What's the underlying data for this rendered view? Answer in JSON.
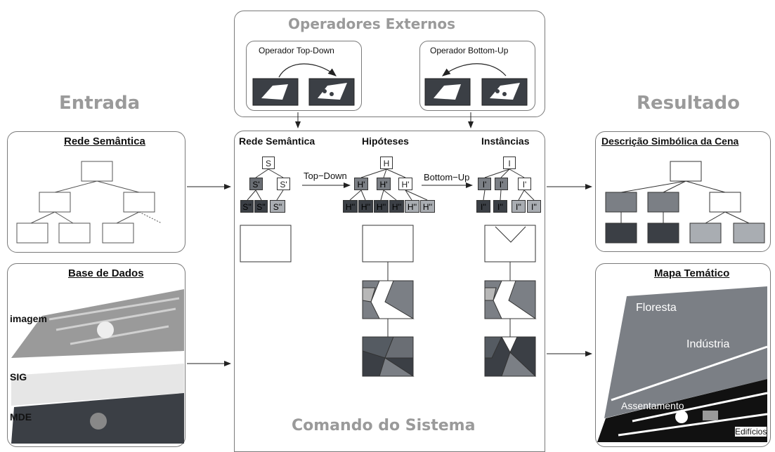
{
  "header": {
    "operadores_externos": "Operadores Externos",
    "operador_top_down": "Operador Top-Down",
    "operador_bottom_up": "Operador Bottom-Up"
  },
  "entrada": {
    "title": "Entrada",
    "rede_semantica": "Rede Semântica",
    "base_de_dados": "Base de Dados",
    "layer_imagem": "imagem",
    "layer_sig": "SIG",
    "layer_mde": "MDE"
  },
  "center": {
    "rede_semantica": "Rede Semântica",
    "hipoteses": "Hipóteses",
    "instancias": "Instâncias",
    "top_down": "Top−Down",
    "bottom_up": "Bottom−Up",
    "comando_do_sistema": "Comando do Sistema",
    "s_tree": {
      "root": "S",
      "level1": [
        "S'",
        "S'"
      ],
      "level2": [
        "S''",
        "S''",
        "S''"
      ]
    },
    "h_tree": {
      "root": "H",
      "level1": [
        "H'",
        "H'",
        "H'"
      ],
      "level2": [
        "H''",
        "H''",
        "H''",
        "H''",
        "H''",
        "H''"
      ]
    },
    "i_tree": {
      "root": "I",
      "level1": [
        "I'",
        "I'",
        "I'"
      ],
      "level2": [
        "I''",
        "I''",
        "I''",
        "I''"
      ]
    }
  },
  "resultado": {
    "title": "Resultado",
    "descricao": "Descrição Simbólica da Cena",
    "mapa_tematico": "Mapa Temático",
    "floresta": "Floresta",
    "industria": "Indústria",
    "assentamento": "Assentamento",
    "edificios": "Edifícios"
  },
  "colors": {
    "dark": "#3b3f45",
    "mid": "#7b7f85",
    "light": "#a9adb2",
    "frame": "#7a7a7a"
  }
}
